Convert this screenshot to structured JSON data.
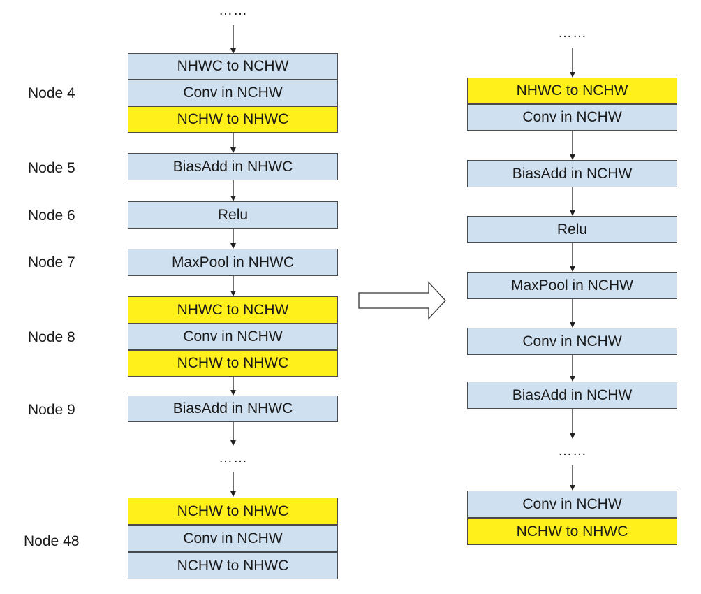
{
  "left": {
    "nodes": {
      "n4": "Node 4",
      "n5": "Node 5",
      "n6": "Node 6",
      "n7": "Node 7",
      "n8": "Node 8",
      "n9": "Node 9",
      "n48": "Node 48"
    },
    "ellipsis": "……",
    "boxes": [
      {
        "label": "NHWC to NCHW",
        "color": "blue"
      },
      {
        "label": "Conv in NCHW",
        "color": "blue"
      },
      {
        "label": "NCHW to NHWC",
        "color": "yellow"
      },
      {
        "label": "BiasAdd in NHWC",
        "color": "blue"
      },
      {
        "label": "Relu",
        "color": "blue"
      },
      {
        "label": "MaxPool in NHWC",
        "color": "blue"
      },
      {
        "label": "NHWC to NCHW",
        "color": "yellow"
      },
      {
        "label": "Conv in NCHW",
        "color": "blue"
      },
      {
        "label": "NCHW to NHWC",
        "color": "yellow"
      },
      {
        "label": "BiasAdd in NHWC",
        "color": "blue"
      },
      {
        "label": "NCHW to NHWC",
        "color": "yellow"
      },
      {
        "label": "Conv in NCHW",
        "color": "blue"
      },
      {
        "label": "NCHW to NHWC",
        "color": "blue"
      }
    ]
  },
  "right": {
    "ellipsis": "……",
    "boxes": [
      {
        "label": "NHWC to NCHW",
        "color": "yellow"
      },
      {
        "label": "Conv in NCHW",
        "color": "blue"
      },
      {
        "label": "BiasAdd in NCHW",
        "color": "blue"
      },
      {
        "label": "Relu",
        "color": "blue"
      },
      {
        "label": "MaxPool in NCHW",
        "color": "blue"
      },
      {
        "label": "Conv in NCHW",
        "color": "blue"
      },
      {
        "label": "BiasAdd in NCHW",
        "color": "blue"
      },
      {
        "label": "Conv in NCHW",
        "color": "blue"
      },
      {
        "label": "NCHW to NHWC",
        "color": "yellow"
      }
    ]
  },
  "colors": {
    "blue": "#cfe0f0",
    "yellow": "#ffef1a",
    "border": "#4a4a4a"
  }
}
